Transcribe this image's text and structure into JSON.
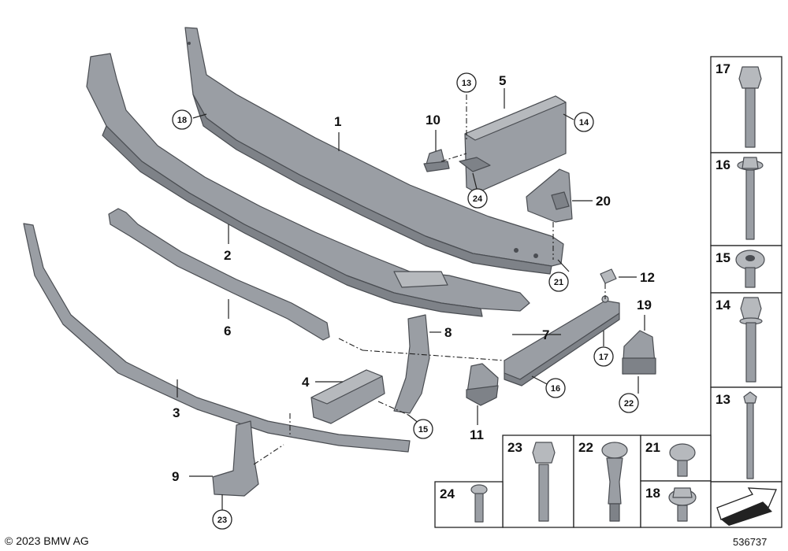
{
  "copyright": "© 2023 BMW AG",
  "diagram_id": "536737",
  "labels": {
    "p1": "1",
    "p2": "2",
    "p3": "3",
    "p4": "4",
    "p5": "5",
    "p6": "6",
    "p7": "7",
    "p8": "8",
    "p9": "9",
    "p10": "10",
    "p11": "11",
    "p12": "12",
    "p19": "19",
    "p20": "20"
  },
  "circled": {
    "c13": "13",
    "c14": "14",
    "c15": "15",
    "c16": "16",
    "c17": "17",
    "c18": "18",
    "c21": "21",
    "c22": "22",
    "c23": "23",
    "c24": "24"
  },
  "hardware_cells": {
    "h17": "17",
    "h16": "16",
    "h15": "15",
    "h14": "14",
    "h13": "13",
    "h23": "23",
    "h22": "22",
    "h21": "21",
    "h18": "18",
    "h24": "24"
  }
}
